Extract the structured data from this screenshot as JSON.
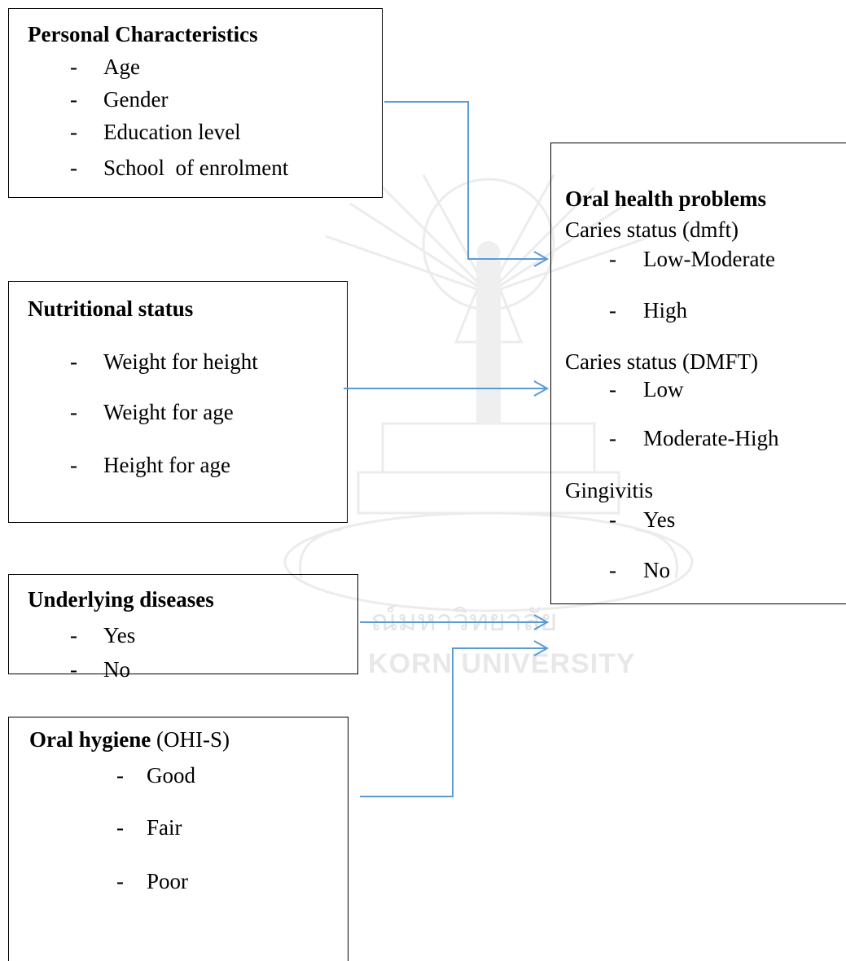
{
  "colors": {
    "arrow": "#5b9bd5",
    "border": "#000000",
    "watermark": "#e6e6e6"
  },
  "personal": {
    "title": "Personal Characteristics",
    "items": [
      "Age",
      "Gender",
      "Education level",
      "School  of enrolment"
    ]
  },
  "nutrition": {
    "title": "Nutritional status",
    "items": [
      "Weight for height",
      "Weight for age",
      "Height for age"
    ]
  },
  "diseases": {
    "title": "Underlying diseases",
    "items": [
      "Yes",
      "No"
    ]
  },
  "hygiene": {
    "title": "Oral hygiene",
    "title_suffix": " (OHI-S)",
    "items": [
      "Good",
      "Fair",
      "Poor"
    ]
  },
  "outcome": {
    "title": "Oral health problems",
    "caries_dmft_label": "Caries status (dmft)",
    "caries_dmft_items": [
      "Low-Moderate",
      "High"
    ],
    "caries_DMFT_label": "Caries status (DMFT)",
    "caries_DMFT_items": [
      "Low",
      "Moderate-High"
    ],
    "gingivitis_label": "Gingivitis",
    "gingivitis_items": [
      "Yes",
      "No"
    ]
  },
  "dash": "-",
  "watermark": {
    "thai_text": "ณ์มหาวิทยาลัย",
    "latin_text": "KORN UNIVERSITY"
  }
}
